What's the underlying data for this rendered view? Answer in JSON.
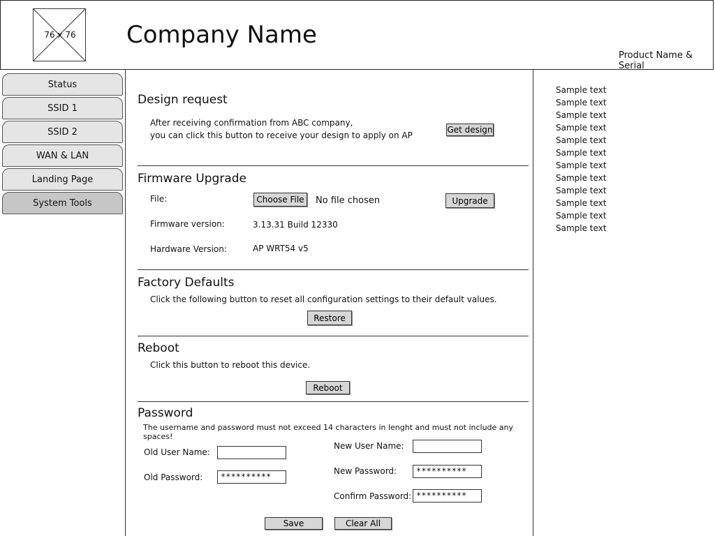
{
  "header": {
    "logo_label": "76 x 76",
    "company_name": "Company Name",
    "product_serial": "Product Name & Serial"
  },
  "sidebar": {
    "items": [
      {
        "label": "Status"
      },
      {
        "label": "SSID 1"
      },
      {
        "label": "SSID 2"
      },
      {
        "label": "WAN & LAN"
      },
      {
        "label": "Landing Page"
      },
      {
        "label": "System Tools",
        "active": true
      }
    ]
  },
  "design_request": {
    "title": "Design request",
    "line1": "After receiving confirmation from ABC company,",
    "line2": "you can click this button to receive your design to apply on AP",
    "button": "Get design"
  },
  "firmware": {
    "title": "Firmware Upgrade",
    "file_label": "File:",
    "choose_file": "Choose File",
    "no_file": "No file chosen",
    "upgrade_button": "Upgrade",
    "fw_label": "Firmware version:",
    "fw_value": "3.13.31 Build 12330",
    "hw_label": "Hardware Version:",
    "hw_value": "AP WRT54 v5"
  },
  "factory": {
    "title": "Factory Defaults",
    "text": "Click the following button to reset all configuration settings to their default values.",
    "button": "Restore"
  },
  "reboot": {
    "title": "Reboot",
    "text": "Click this button to reboot this device.",
    "button": "Reboot"
  },
  "password": {
    "title": "Password",
    "note": "The username and password must not exceed 14 characters in lenght and must not include any spaces!",
    "old_user_label": "Old User Name:",
    "old_user_value": "",
    "old_pass_label": "Old Password:",
    "old_pass_value": "**********",
    "new_user_label": "New User Name:",
    "new_user_value": "",
    "new_pass_label": "New Password:",
    "new_pass_value": "**********",
    "confirm_label": "Confirm Password:",
    "confirm_value": "**********",
    "save_button": "Save",
    "clear_button": "Clear All"
  },
  "right_panel": {
    "lines": [
      "Sample text",
      "Sample text",
      "Sample text",
      "Sample text",
      "Sample text",
      "Sample text",
      "Sample text",
      "Sample text",
      "Sample text",
      "Sample text",
      "Sample text",
      "Sample text"
    ]
  }
}
